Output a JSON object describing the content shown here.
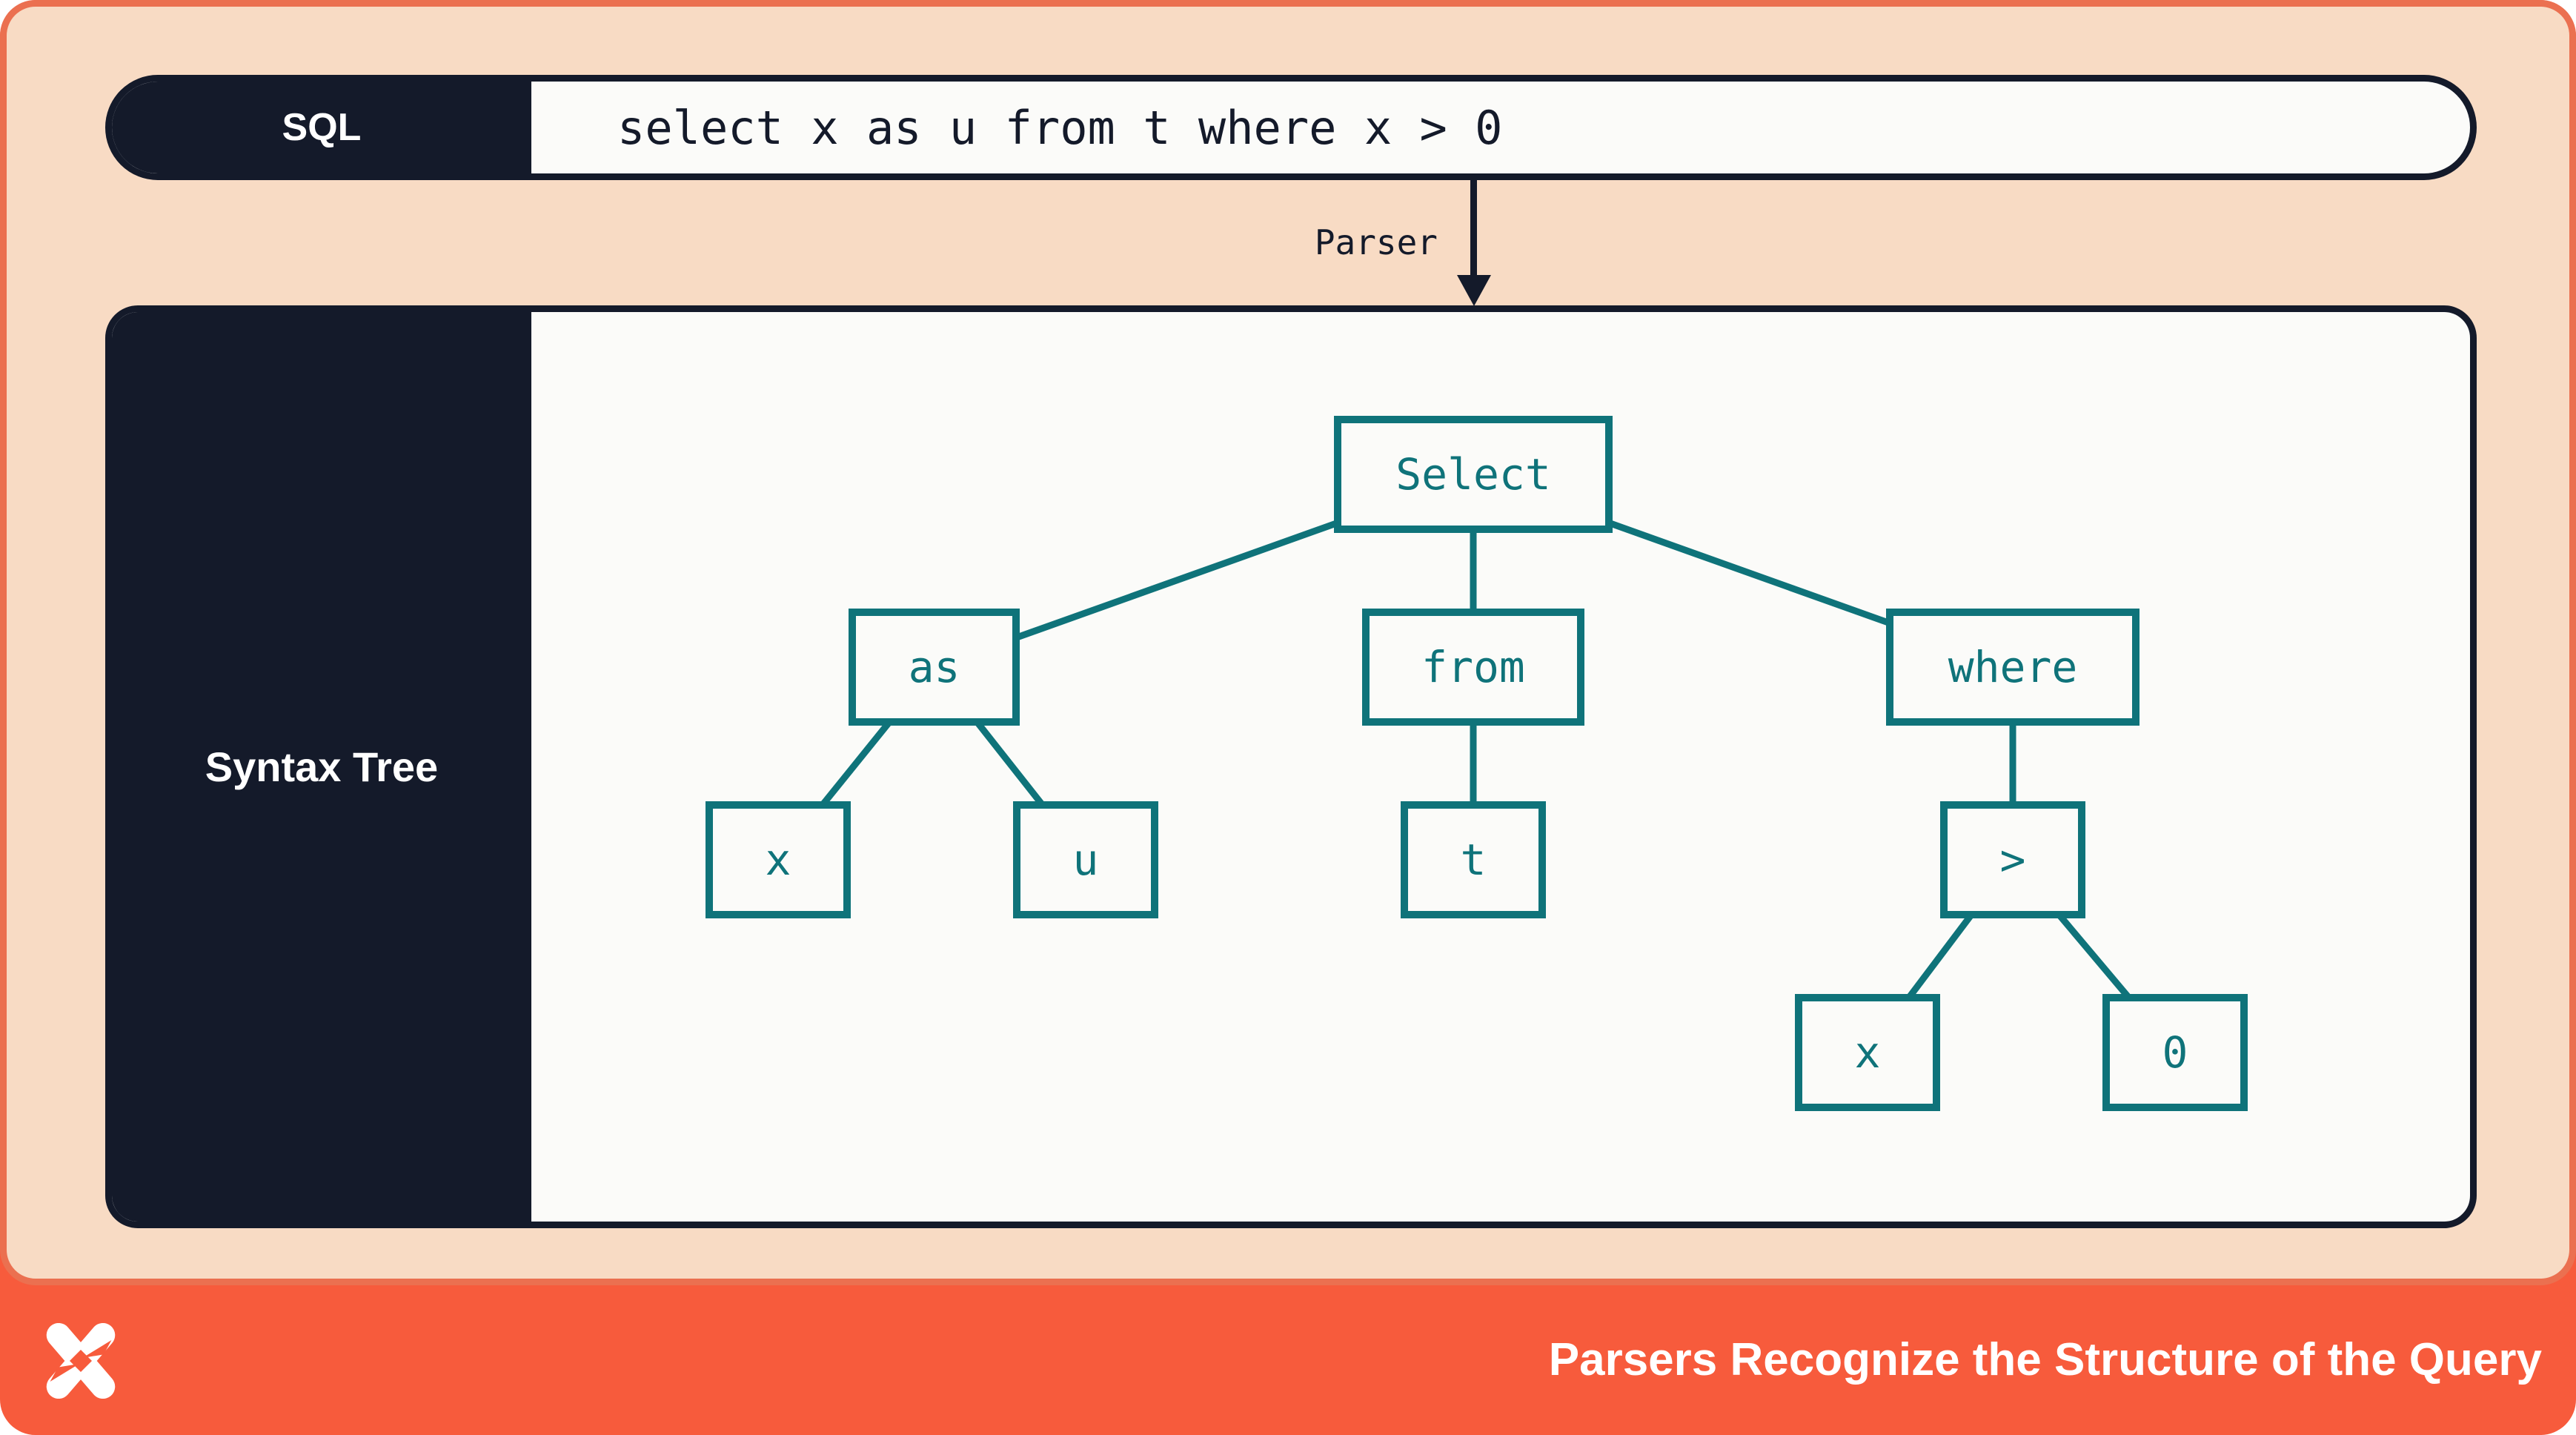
{
  "sql_bar": {
    "label": "SQL",
    "query": "select x as u from t where x > 0"
  },
  "parser": {
    "label": "Parser"
  },
  "syntax_tree": {
    "panel_label": "Syntax Tree",
    "nodes": [
      {
        "id": "select",
        "label": "Select"
      },
      {
        "id": "as",
        "label": "as"
      },
      {
        "id": "from",
        "label": "from"
      },
      {
        "id": "where",
        "label": "where"
      },
      {
        "id": "x1",
        "label": "x"
      },
      {
        "id": "u",
        "label": "u"
      },
      {
        "id": "t",
        "label": "t"
      },
      {
        "id": "gt",
        "label": ">"
      },
      {
        "id": "x2",
        "label": "x"
      },
      {
        "id": "zero",
        "label": "0"
      }
    ],
    "edges": [
      [
        "select",
        "as"
      ],
      [
        "select",
        "from"
      ],
      [
        "select",
        "where"
      ],
      [
        "as",
        "x1"
      ],
      [
        "as",
        "u"
      ],
      [
        "from",
        "t"
      ],
      [
        "where",
        "gt"
      ],
      [
        "gt",
        "x2"
      ],
      [
        "gt",
        "zero"
      ]
    ]
  },
  "footer": {
    "logo": "dolt-x-logo",
    "title": "Parsers Recognize the Structure of the Query"
  },
  "colors": {
    "canvas_orange": "#f75b3c",
    "panel_border_orange": "#eb7050",
    "peach": "#f8dbc4",
    "navy": "#141a2a",
    "teal": "#0f737a",
    "box_white": "#fbfbf9",
    "text_white": "#ffffff"
  }
}
